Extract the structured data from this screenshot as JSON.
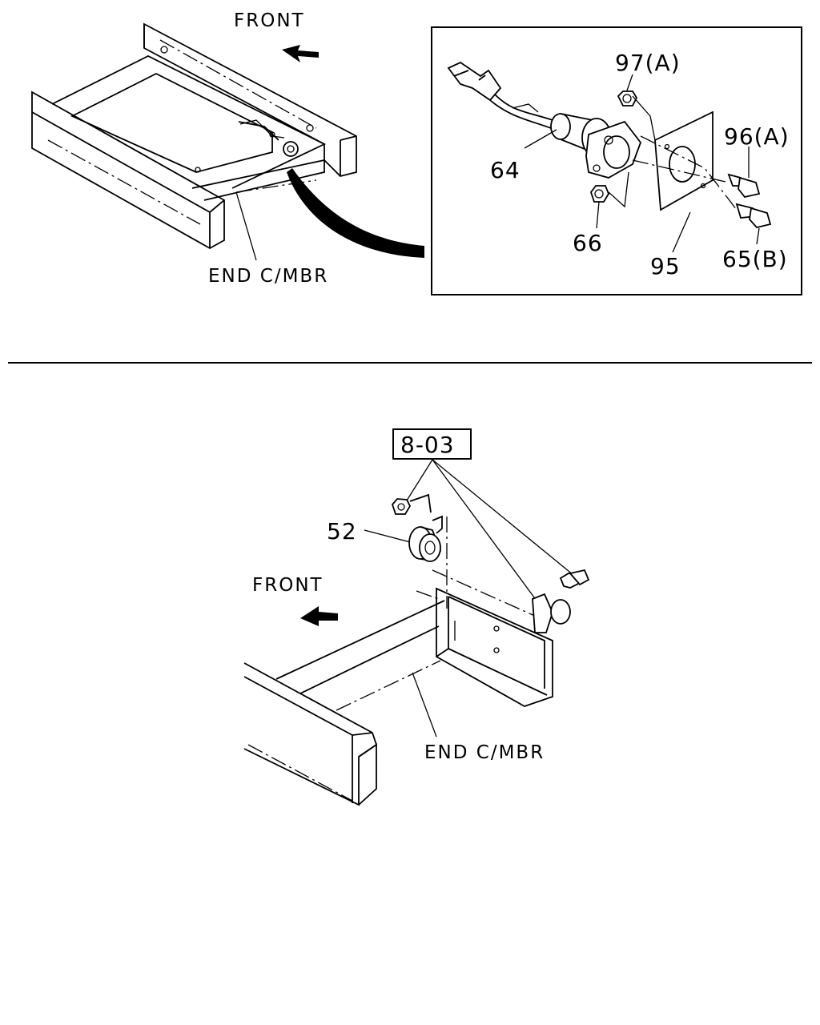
{
  "top_view": {
    "front_label": "FRONT",
    "end_member_label": "END C/MBR",
    "callouts": {
      "p64": "64",
      "p66": "66",
      "p95": "95",
      "p97": "97(A)",
      "p96": "96(A)",
      "p65": "65(B)"
    }
  },
  "bottom_view": {
    "reference_box": "8-03",
    "callout_52": "52",
    "front_label": "FRONT",
    "end_member_label": "END C/MBR"
  }
}
